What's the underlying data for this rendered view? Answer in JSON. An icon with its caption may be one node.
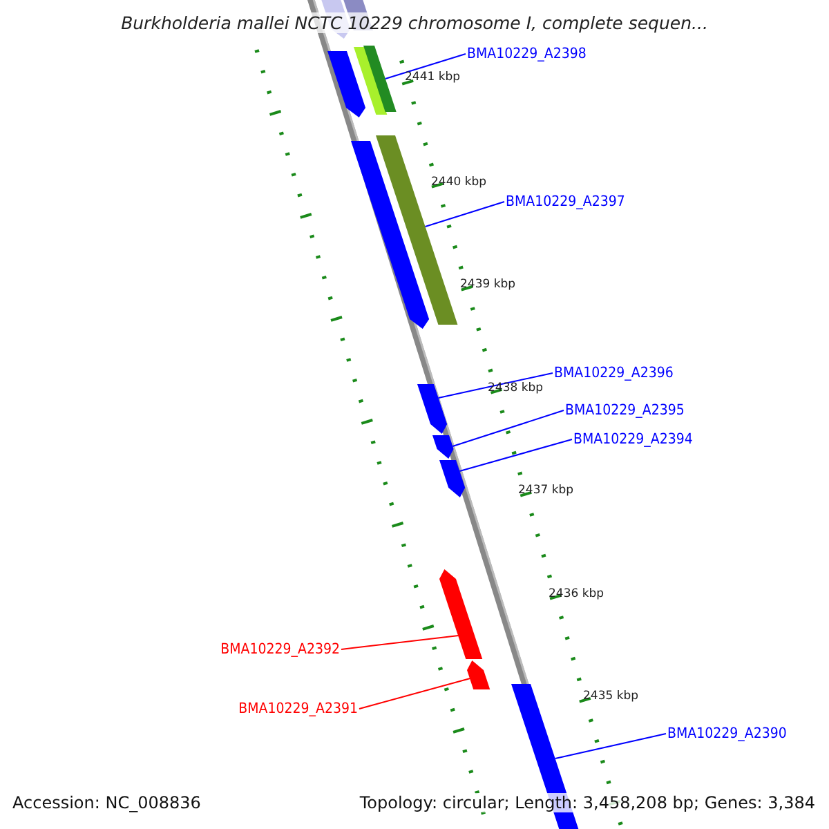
{
  "diagram": {
    "title": "Burkholderia mallei NCTC 10229 chromosome I, complete sequen...",
    "nodes": [
      {
        "text": [],
        "shape": "bar"
      },
      {
        "text": [],
        "shape": "bar"
      },
      {
        "text": [],
        "shape": "bar"
      },
      {
        "text": [],
        "shape": "bar"
      },
      {
        "text": [],
        "shape": "bar"
      },
      {
        "text": [
          "BMA10229_A2398"
        ]
      },
      {
        "text": [],
        "shape": "bar"
      },
      {
        "text": [],
        "shape": "bar"
      },
      {
        "text": [
          "BMA10229_A2397"
        ]
      },
      {
        "text": [
          "BMA10229_A2396"
        ]
      },
      {
        "text": [],
        "shape": "bar"
      },
      {
        "text": [
          "BMA10229_A2395"
        ]
      },
      {
        "text": [],
        "shape": "bar"
      },
      {
        "text": [
          "BMA10229_A2394"
        ]
      },
      {
        "text": [],
        "shape": "bar"
      },
      {
        "text": [],
        "shape": "bar"
      },
      {
        "text": [
          "BMA10229_A2392"
        ]
      },
      {
        "text": [],
        "shape": "bar"
      },
      {
        "text": [
          "BMA10229_A2391"
        ]
      },
      {
        "text": [],
        "shape": "bar"
      },
      {
        "text": [
          "BMA10229_A2390"
        ]
      }
    ],
    "edges": [
      {
        "from": 5,
        "to": 4,
        "arrow": "none"
      },
      {
        "from": 8,
        "to": 7,
        "arrow": "none"
      },
      {
        "from": 9,
        "to": 10,
        "arrow": "none"
      },
      {
        "from": 11,
        "to": 12,
        "arrow": "none"
      },
      {
        "from": 13,
        "to": 14,
        "arrow": "none"
      },
      {
        "from": 16,
        "to": 15,
        "arrow": "none",
        "color": "#ff0000"
      },
      {
        "from": 18,
        "to": 17,
        "arrow": "none",
        "color": "#ff0000"
      },
      {
        "from": 20,
        "to": 19,
        "arrow": "none"
      }
    ],
    "labels": [
      "2441 kbp",
      "2440 kbp",
      "2439 kbp",
      "2438 kbp",
      "2437 kbp",
      "2436 kbp",
      "2435 kbp",
      "Accession: NC_008836",
      "Topology: circular; Length: 3,458,208 bp; Genes: 3,384"
    ]
  }
}
